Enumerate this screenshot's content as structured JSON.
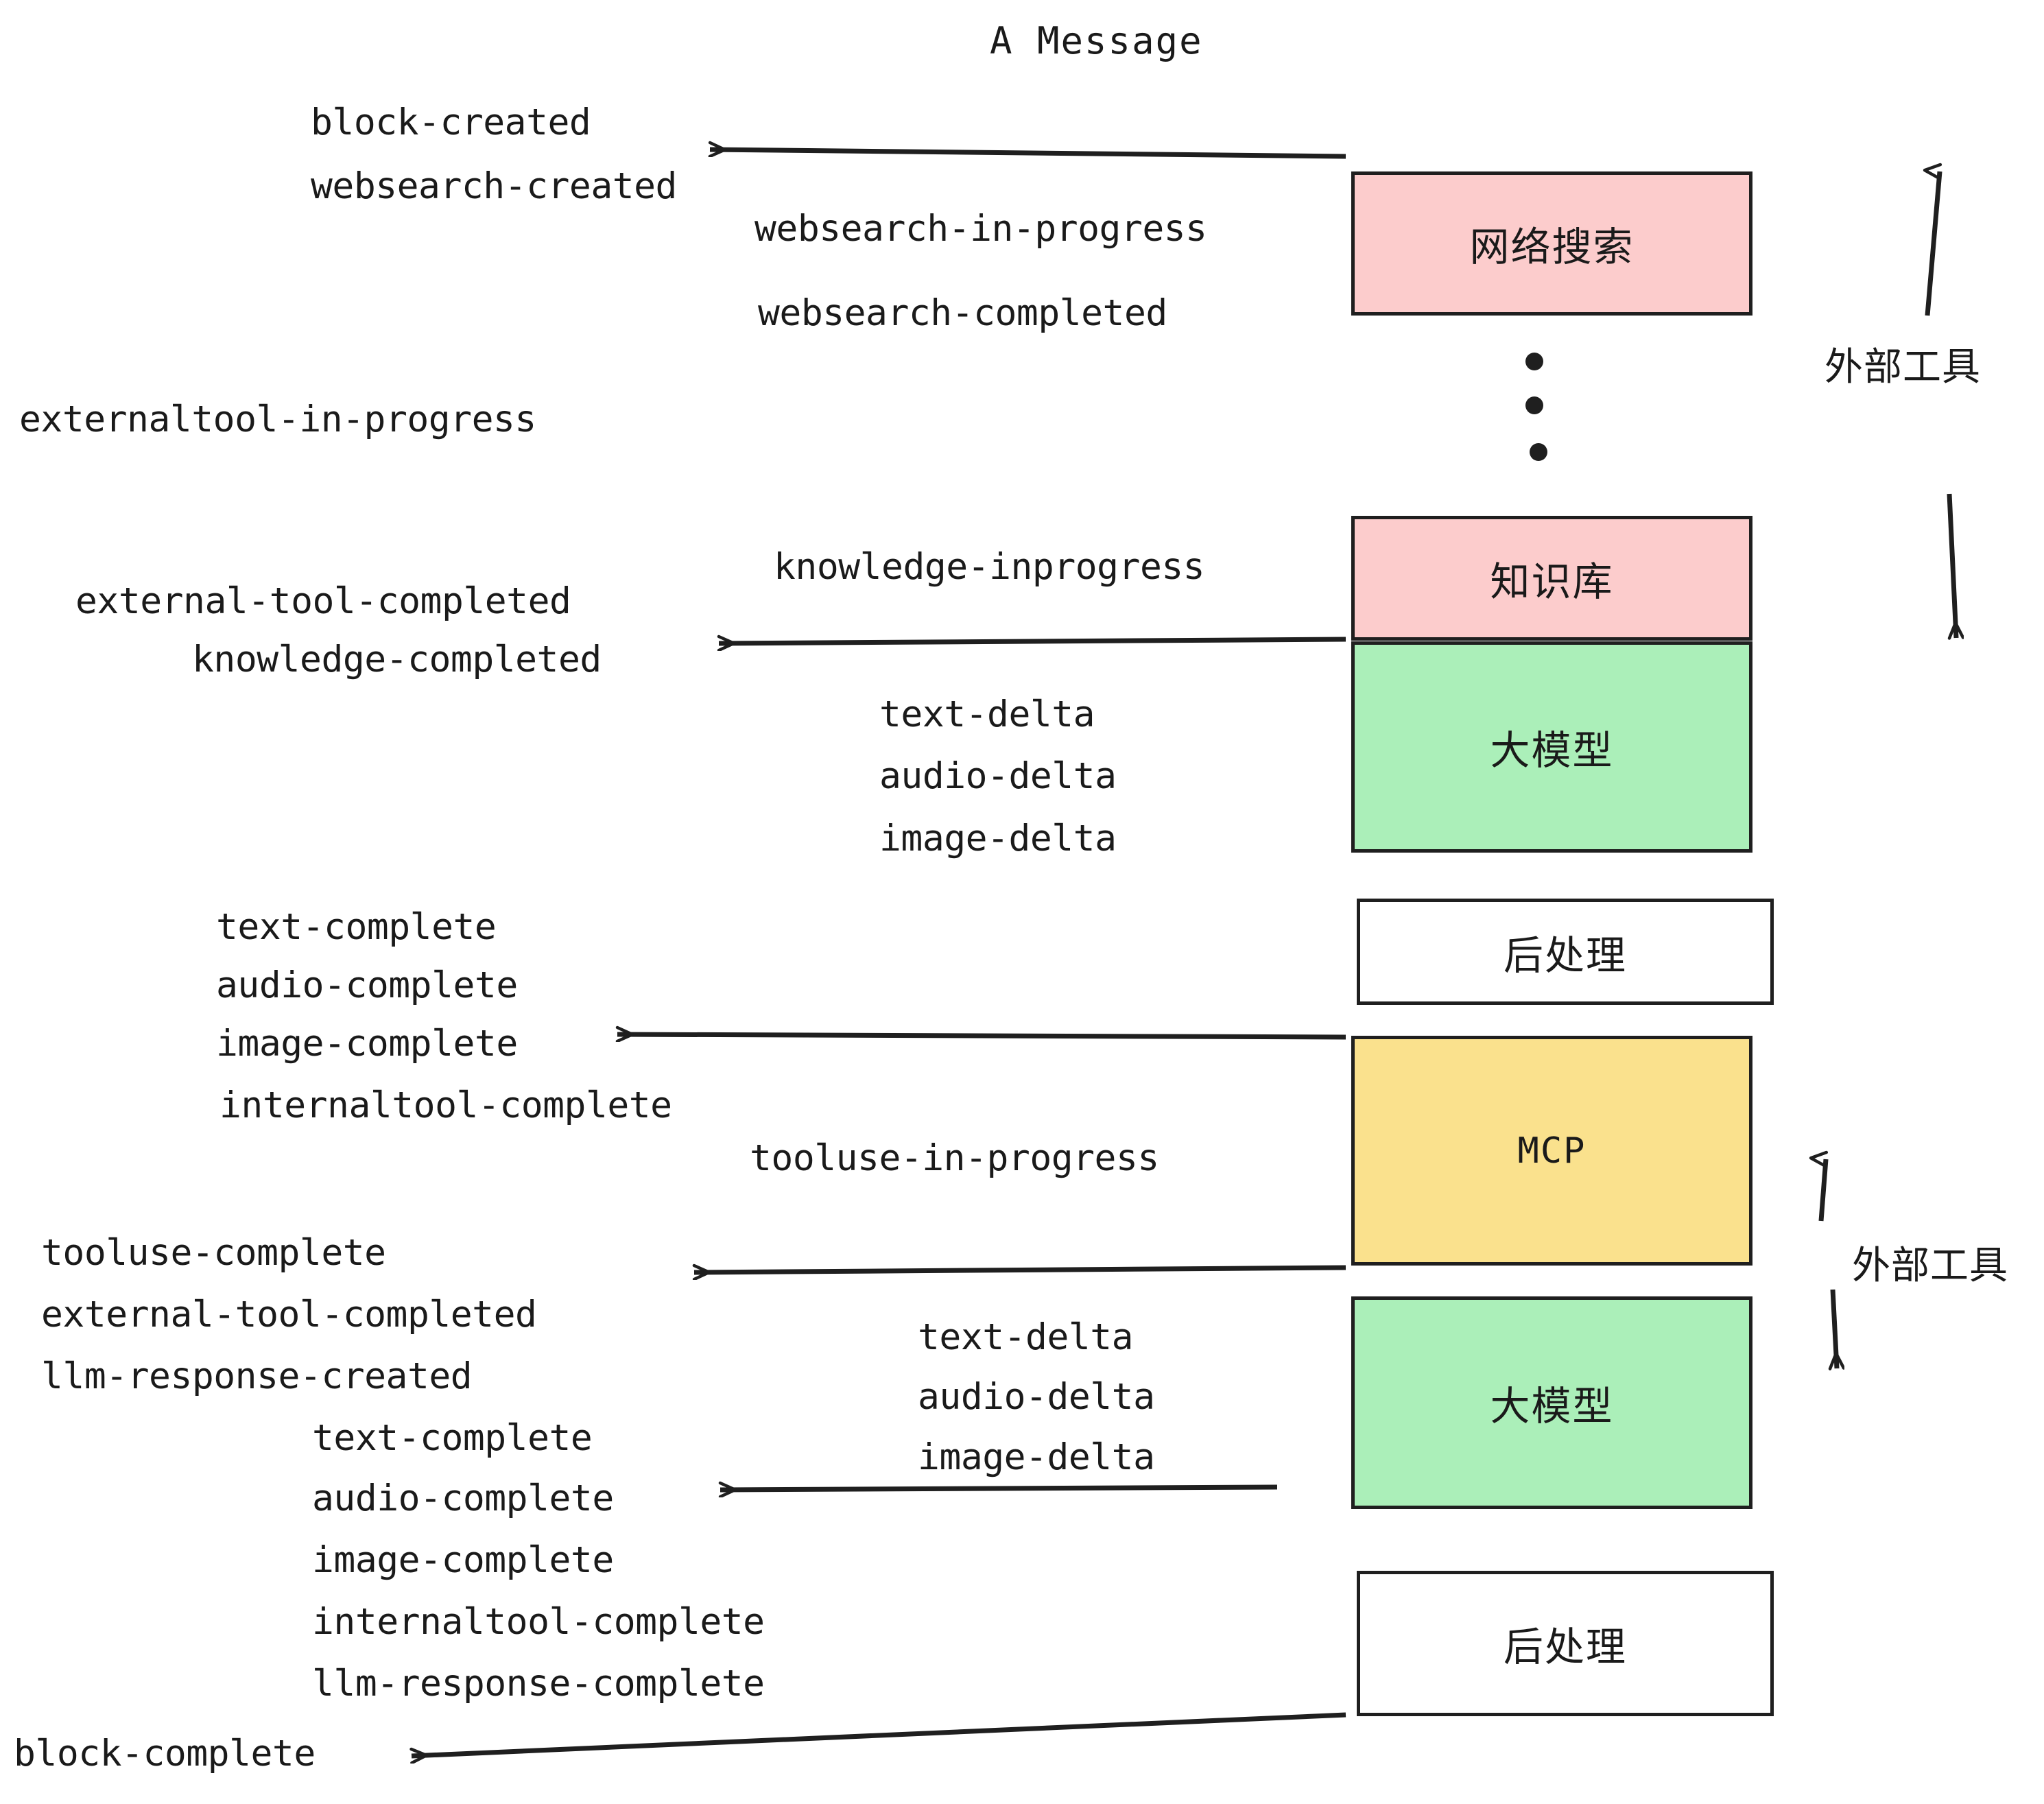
{
  "title": "A Message",
  "boxes": [
    {
      "id": "websearch",
      "label": "网络搜索",
      "color": "#fccccc"
    },
    {
      "id": "knowledge",
      "label": "知识库",
      "color": "#fccccc"
    },
    {
      "id": "llm-1",
      "label": "大模型",
      "color": "#abefb9"
    },
    {
      "id": "postproc-1",
      "label": "后处理",
      "color": "#ffffff"
    },
    {
      "id": "mcp",
      "label": "MCP",
      "color": "#fae18d"
    },
    {
      "id": "llm-2",
      "label": "大模型",
      "color": "#abefb9"
    },
    {
      "id": "postproc-2",
      "label": "后处理",
      "color": "#ffffff"
    }
  ],
  "side_labels": {
    "external_tool_top": "外部工具",
    "external_tool_bottom": "外部工具"
  },
  "events": {
    "block_created": "block-created",
    "websearch_created": "websearch-created",
    "websearch_in_progress": "websearch-in-progress",
    "websearch_completed": "websearch-completed",
    "externaltool_in_progress": "externaltool-in-progress",
    "knowledge_inprogress": "knowledge-inprogress",
    "external_tool_completed_1": "external-tool-completed",
    "knowledge_completed": "knowledge-completed",
    "text_delta_1": "text-delta",
    "audio_delta_1": "audio-delta",
    "image_delta_1": "image-delta",
    "text_complete_1": "text-complete",
    "audio_complete_1": "audio-complete",
    "image_complete_1": "image-complete",
    "internaltool_complete_1": "internaltool-complete",
    "tooluse_in_progress": "tooluse-in-progress",
    "tooluse_complete": "tooluse-complete",
    "external_tool_completed_2": "external-tool-completed",
    "llm_response_created": "llm-response-created",
    "text_delta_2": "text-delta",
    "audio_delta_2": "audio-delta",
    "image_delta_2": "image-delta",
    "text_complete_2": "text-complete",
    "audio_complete_2": "audio-complete",
    "image_complete_2": "image-complete",
    "internaltool_complete_2": "internaltool-complete",
    "llm_response_complete": "llm-response-complete",
    "block_complete": "block-complete"
  },
  "colors": {
    "stroke": "#1f1f1f",
    "pink": "#fccccc",
    "green": "#abefb9",
    "yellow": "#fae18d",
    "white": "#ffffff",
    "text": "#1a1a1a"
  }
}
